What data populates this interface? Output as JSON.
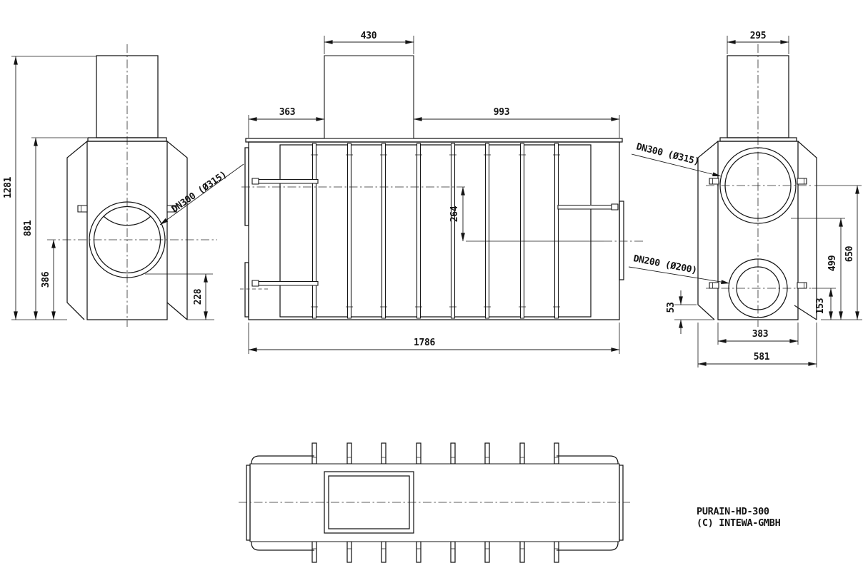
{
  "drawing": {
    "product": "PURAIN-HD-300",
    "copyright": "(C) INTEWA-GMBH",
    "port_labels": {
      "dn300": "DN300 (Ø315)",
      "dn200": "DN200 (Ø200)"
    },
    "dims": {
      "end_view_a": {
        "total_height": "1281",
        "body_height": "881",
        "port_center_height": "386",
        "port_bottom_height": "228"
      },
      "side_view": {
        "riser_width": "430",
        "left_edge_to_riser": "363",
        "riser_to_right_edge": "993",
        "port_centers_offset": "264",
        "total_length": "1786"
      },
      "end_view_b": {
        "riser_width": "295",
        "dn300_center_height": "650",
        "dn300_bottom_height": "499",
        "dn200_center_height": "153",
        "base_chamfer": "53",
        "body_width": "383",
        "flange_width": "581"
      }
    }
  }
}
